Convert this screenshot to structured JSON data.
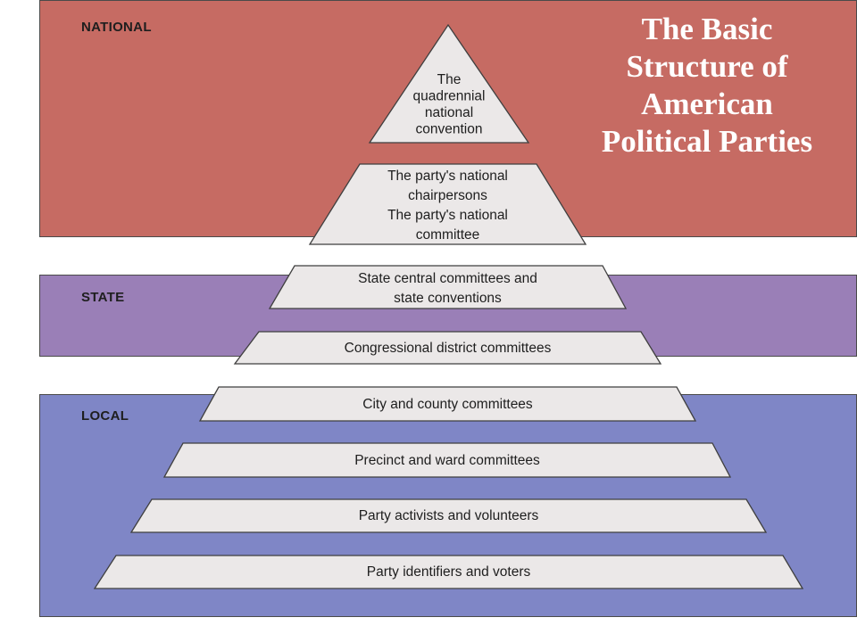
{
  "title": "The Basic Structure of American Political Parties",
  "levels": {
    "national": "NATIONAL",
    "state": "STATE",
    "local": "LOCAL"
  },
  "tiers": [
    {
      "id": "tier-convention",
      "level": "national",
      "shape": "triangle",
      "lines": [
        "The",
        "quadrennial",
        "national",
        "convention"
      ]
    },
    {
      "id": "tier-national-leadership",
      "level": "national",
      "shape": "trapezoid",
      "lines": [
        "The party's national",
        "chairpersons",
        "The party's national",
        "committee"
      ]
    },
    {
      "id": "tier-state-central",
      "level": "state",
      "shape": "trapezoid",
      "lines": [
        "State central committees and",
        "state conventions"
      ]
    },
    {
      "id": "tier-congressional",
      "level": "state",
      "shape": "trapezoid",
      "lines": [
        "Congressional district committees"
      ]
    },
    {
      "id": "tier-city-county",
      "level": "local",
      "shape": "trapezoid",
      "lines": [
        "City and county committees"
      ]
    },
    {
      "id": "tier-precinct",
      "level": "local",
      "shape": "trapezoid",
      "lines": [
        "Precinct and ward committees"
      ]
    },
    {
      "id": "tier-activists",
      "level": "local",
      "shape": "trapezoid",
      "lines": [
        "Party activists and volunteers"
      ]
    },
    {
      "id": "tier-identifiers",
      "level": "local",
      "shape": "trapezoid",
      "lines": [
        "Party identifiers and voters"
      ]
    }
  ],
  "colors": {
    "national_band": "#c66b63",
    "state_band": "#9a7fb7",
    "local_band": "#7f86c6",
    "tier_fill": "#ebe8e8",
    "title_text": "#ffffff"
  }
}
